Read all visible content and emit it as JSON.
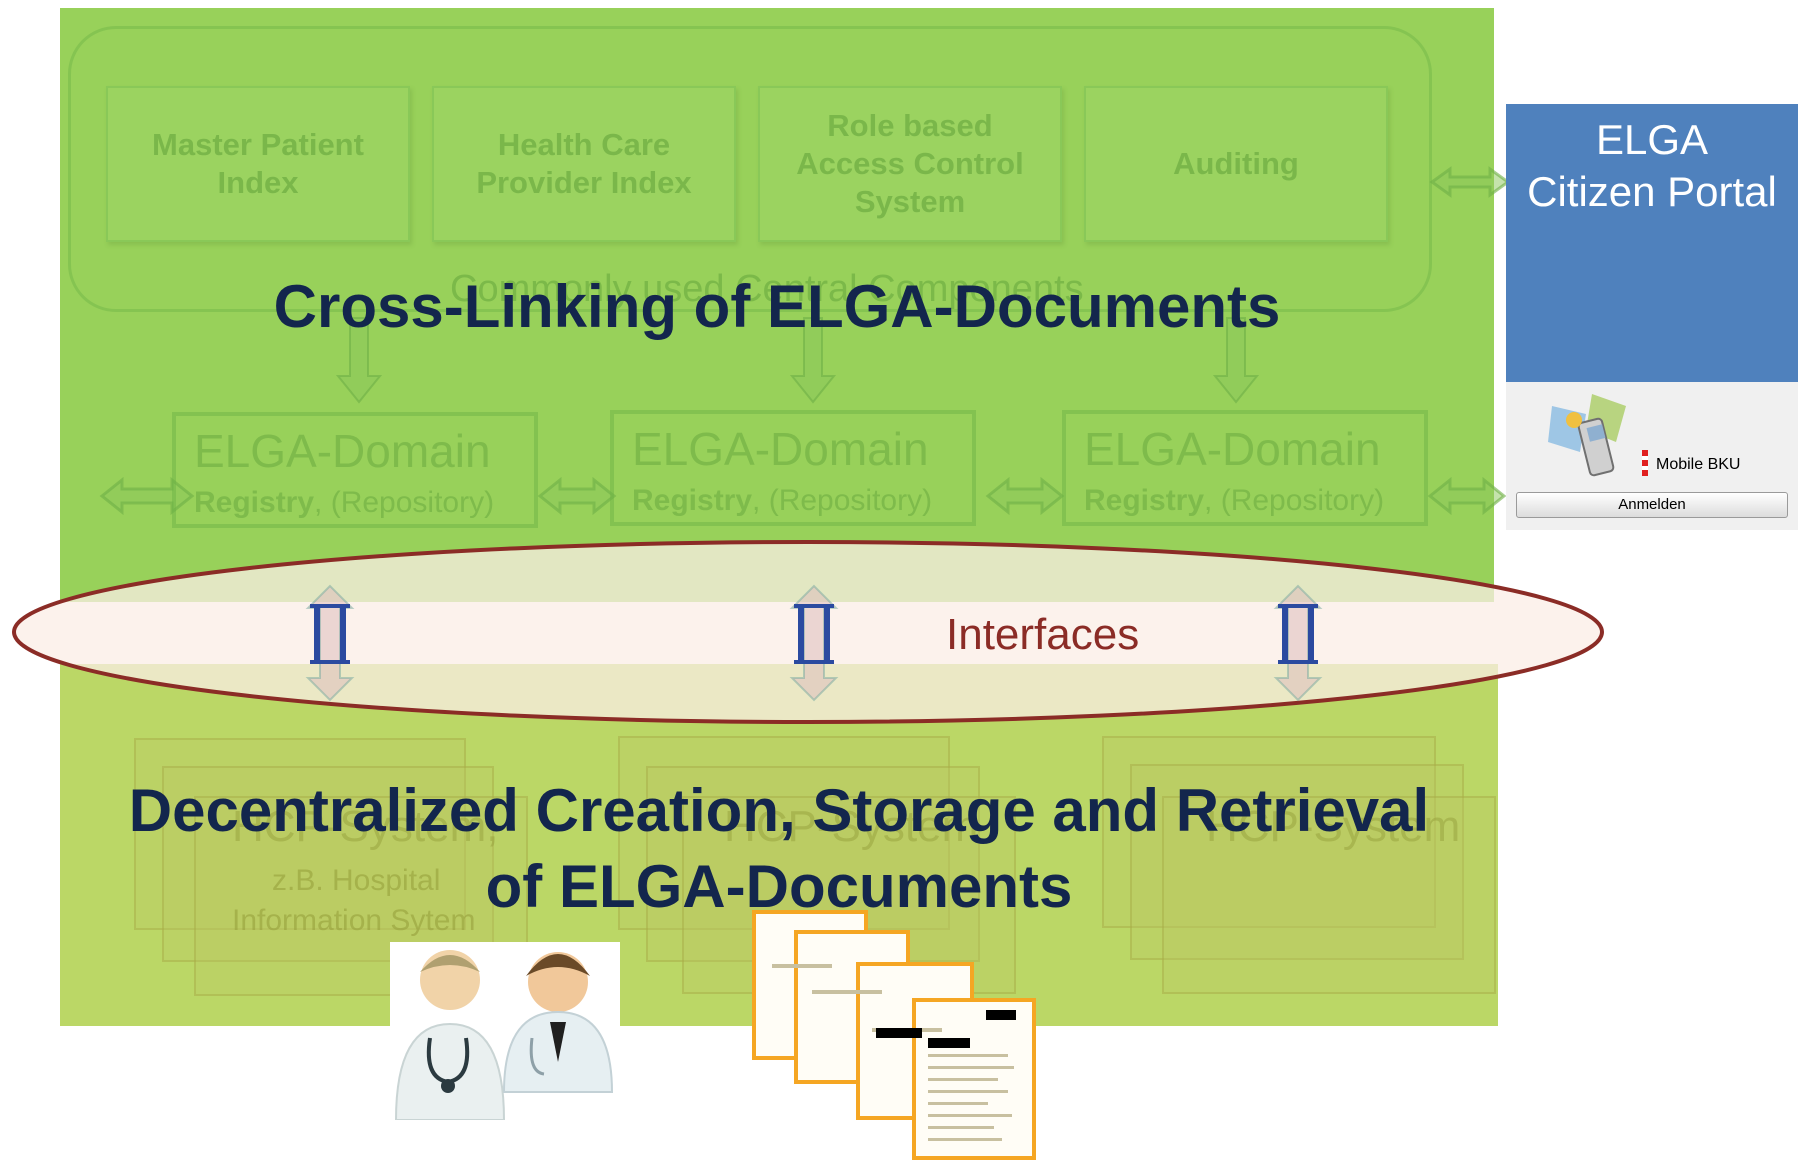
{
  "central": {
    "boxes": [
      {
        "label": "Master Patient\nIndex"
      },
      {
        "label": "Health Care\nProvider Index"
      },
      {
        "label": "Role based\nAccess Control\nSystem"
      },
      {
        "label": "Auditing"
      }
    ],
    "group_label": "Commonly used Central Components"
  },
  "titles": {
    "cross_linking": "Cross-Linking of ELGA-Documents",
    "decentralized_line1": "Decentralized Creation, Storage and Retrieval",
    "decentralized_line2": "of ELGA-Documents"
  },
  "domains": [
    {
      "title": "ELGA-Domain",
      "registry": "Registry",
      "repository": ", (Repository)"
    },
    {
      "title": "ELGA-Domain",
      "registry": "Registry",
      "repository": ", (Repository)"
    },
    {
      "title": "ELGA-Domain",
      "registry": "Registry",
      "repository": ", (Repository)"
    }
  ],
  "interfaces": {
    "label": "Interfaces"
  },
  "hcp": [
    {
      "title": "HCP-System,",
      "sub1": "z.B. Hospital",
      "sub2": "Information Sytem"
    },
    {
      "title": "HCP-System"
    },
    {
      "title": "HCP-System"
    }
  ],
  "portal": {
    "title_line1": "ELGA",
    "title_line2": "Citizen Portal",
    "mobile_label": "Mobile BKU",
    "login_button": "Anmelden"
  },
  "colors": {
    "top_panel": "#8fd14f",
    "bottom_panel": "#b5d45a",
    "portal_blue": "#4f81bd",
    "interfaces_stroke": "#8b2c26",
    "interfaces_fill": "#fbeee6",
    "title_navy": "#13264d",
    "document_orange": "#f5a623"
  }
}
